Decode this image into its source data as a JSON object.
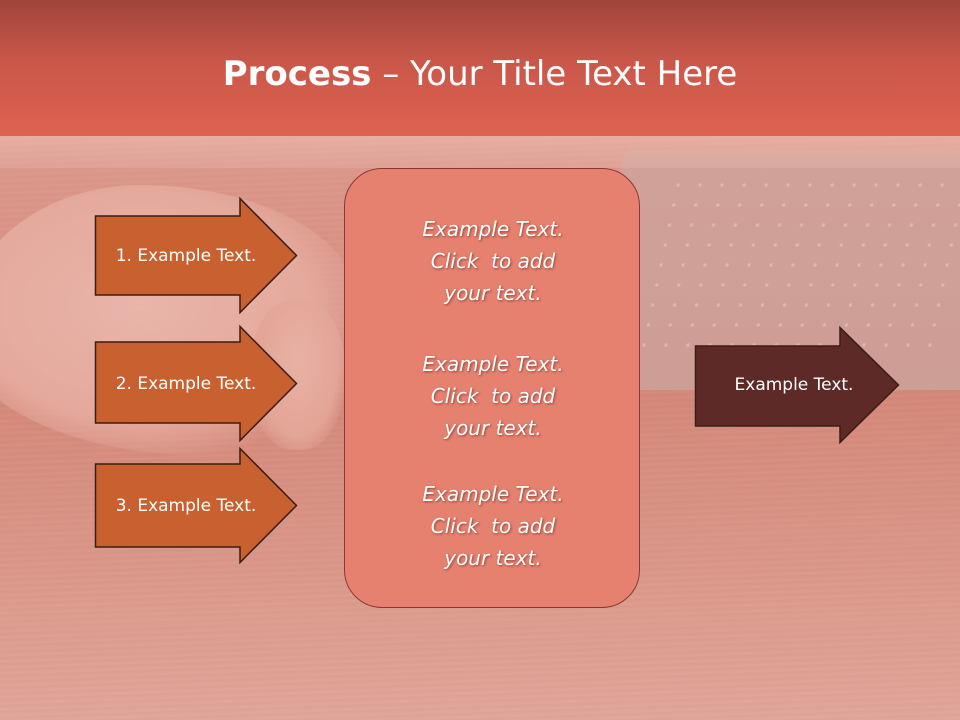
{
  "slide": {
    "title_bold": "Process",
    "title_rest": " – Your Title Text Here"
  },
  "left_arrows": [
    {
      "label": "1. Example Text."
    },
    {
      "label": "2. Example Text."
    },
    {
      "label": "3. Example Text."
    }
  ],
  "center_box": {
    "blocks": [
      {
        "lines": [
          "Example Text.",
          "Click  to add",
          "your text."
        ]
      },
      {
        "lines": [
          "Example Text.",
          "Click  to add",
          "your text."
        ]
      },
      {
        "lines": [
          "Example Text.",
          "Click  to add",
          "your text."
        ]
      }
    ]
  },
  "right_arrow": {
    "label": "Example Text."
  },
  "colors": {
    "title_band": "#c9574a",
    "left_arrow_fill": "#c8612f",
    "right_arrow_fill": "#5e2a28",
    "center_box_fill": "#e6806f",
    "outline": "#3a1d14"
  }
}
